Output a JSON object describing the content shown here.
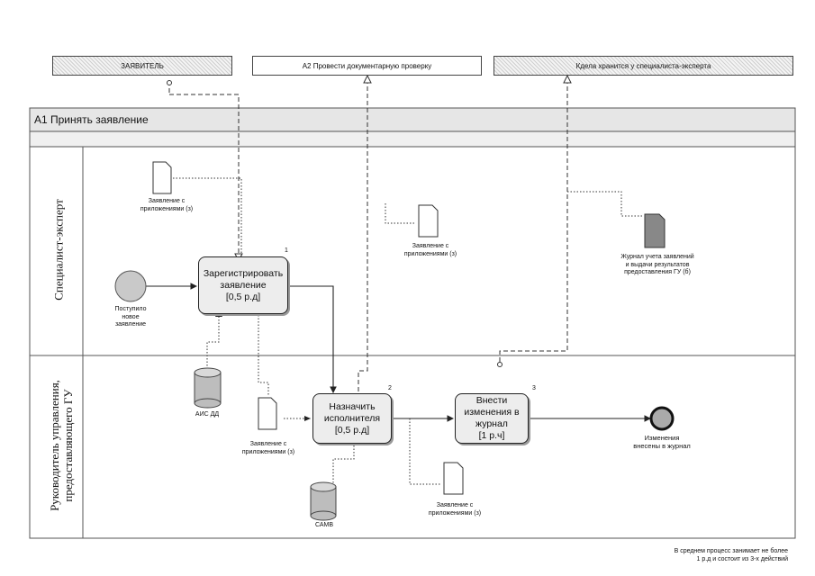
{
  "top_boxes": {
    "applicant": "ЗАЯВИТЕЛЬ",
    "a2": "А2 Провести документарную проверку",
    "specialist_note": "Кдела хранится у специалиста-эксперта"
  },
  "pool": {
    "title": "А1  Принять заявление"
  },
  "lanes": {
    "specialist": "Специалист-эксперт",
    "manager_line1": "Руководитель управления,",
    "manager_line2": "предоставляющего ГУ"
  },
  "start_event": {
    "label_line1": "Поступило",
    "label_line2": "новое",
    "label_line3": "заявление"
  },
  "tasks": [
    {
      "line1": "Зарегистрировать",
      "line2": "заявление",
      "line3": "[0,5 р.д]",
      "number": "1"
    },
    {
      "line1": "Назначить",
      "line2": "исполнителя",
      "line3": "[0,5 р.д]",
      "number": "2"
    },
    {
      "line1": "Внести",
      "line2": "изменения в",
      "line3": "журнал",
      "line4": "[1 р.ч]",
      "number": "3"
    }
  ],
  "documents": {
    "doc1_line1": "Заявление с",
    "doc1_line2": "приложениями (з)",
    "doc2_line1": "Заявление с",
    "doc2_line2": "приложениями (з)",
    "doc3_line1": "Заявление с",
    "doc3_line2": "приложениями (з)",
    "doc4_line1": "Заявление с",
    "doc4_line2": "приложениями (з)",
    "journal_line1": "Журнал учета заявлений",
    "journal_line2": "и выдачи результатов",
    "journal_line3": "предоставления ГУ (б)"
  },
  "databases": {
    "ais": "АИС ДД",
    "samv": "САМВ"
  },
  "end_event": {
    "label_line1": "Изменения",
    "label_line2": "внесены в журнал"
  },
  "footnote": {
    "line1": "В среднем процесс занимает не более",
    "line2": "1 р.д и состоит из 3-х действий"
  }
}
